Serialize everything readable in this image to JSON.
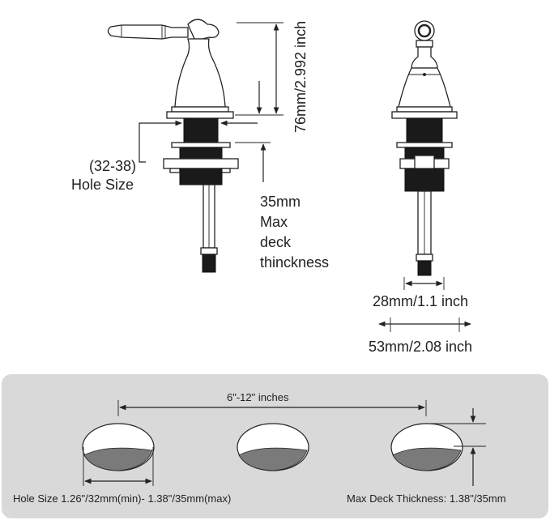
{
  "labels": {
    "height": "76mm/2.992 inch",
    "hole_range": "(32-38)",
    "hole_size": "Hole Size",
    "deck_line1": "35mm",
    "deck_line2": "Max",
    "deck_line3": "deck",
    "deck_line4": "thinckness",
    "width_small": "28mm/1.1 inch",
    "width_large": "53mm/2.08 inch",
    "spread": "6\"-12\" inches",
    "hole_size_note": "Hole Size 1.26\"/32mm(min)- 1.38\"/35mm(max)",
    "deck_note": "Max Deck Thickness: 1.38\"/35mm"
  },
  "colors": {
    "panel": "#d9d9d9",
    "hole_fill": "#7a7a7a",
    "ink": "#222222"
  }
}
